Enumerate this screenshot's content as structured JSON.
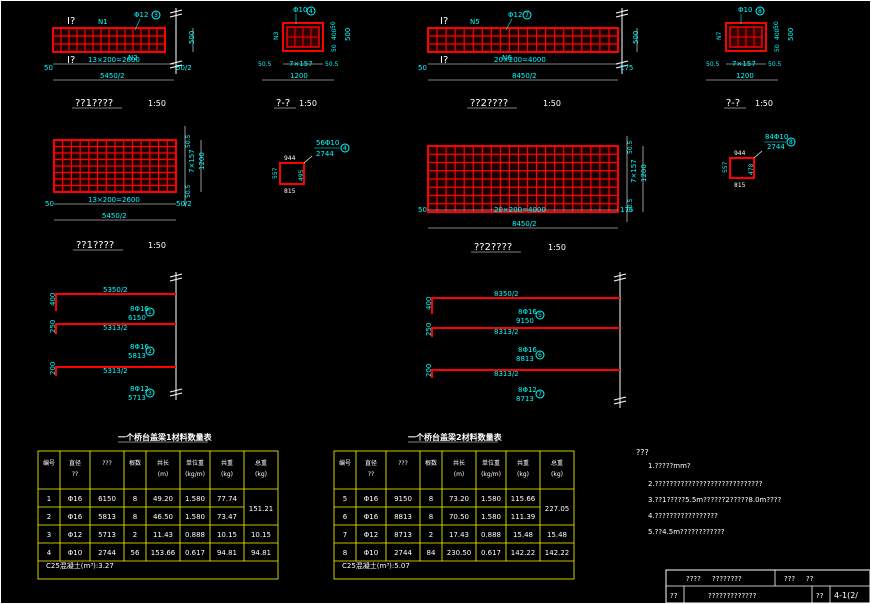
{
  "top_left": {
    "mark": "I?",
    "rebar_n1": "N1",
    "rebar_n2": "N2",
    "rebar_spec": "Φ12",
    "circle": "3",
    "height_dim": "500",
    "spacing": "13×200=2600",
    "left_cover": "50",
    "right_cover": "50/2",
    "total_len": "5450/2",
    "title": "??1????",
    "scale": "1:50"
  },
  "sec1": {
    "n_top": "Φ10",
    "circle": "4",
    "n_side": "N3",
    "dim_50a": "50",
    "dim_400": "400",
    "dim_50b": "50",
    "dim_500": "500",
    "dim_left": "50.5",
    "dim_mid": "7×157",
    "dim_right": "50.5",
    "width": "1200",
    "title": "?-?",
    "scale": "1:50"
  },
  "top_right": {
    "mark": "I?",
    "rebar_n5": "N5",
    "rebar_n6": "N6",
    "rebar_spec": "Φ12",
    "circle": "7",
    "height_dim": "500",
    "spacing": "20×200=4000",
    "left_cover": "50",
    "right_cover": "175",
    "total_len": "8450/2",
    "title": "??2????",
    "scale": "1:50"
  },
  "sec2": {
    "n_top": "Φ10",
    "circle": "8",
    "n_side": "N7",
    "dim_50a": "50",
    "dim_400": "400",
    "dim_50b": "50",
    "dim_500": "500",
    "dim_left": "50.5",
    "dim_mid": "7×157",
    "dim_right": "50.5",
    "width": "1200",
    "title": "?-?",
    "scale": "1:50"
  },
  "plan1": {
    "dim_top": "50.5",
    "dim_mid": "7×157",
    "dim_bot": "50.5",
    "height": "1200",
    "spacing": "13×200=2600",
    "left_cover": "50",
    "right_cover": "50/2",
    "total_len": "5450/2",
    "title": "??1????",
    "scale": "1:50"
  },
  "plan2": {
    "dim_top": "50.5",
    "dim_mid": "7×157",
    "dim_bot": "50.5",
    "height": "1200",
    "spacing": "20×200=4000",
    "left_cover": "50",
    "right_cover": "175",
    "total_len": "8450/2",
    "title": "??2????",
    "scale": "1:50"
  },
  "stirrup1": {
    "label": "56Φ10",
    "len": "2744",
    "circle": "4",
    "top": "944",
    "left": "557",
    "right": "495",
    "bottom": "815"
  },
  "stirrup2": {
    "label": "84Φ10",
    "len": "2744",
    "circle": "8",
    "top": "944",
    "left": "557",
    "right": "478",
    "bottom": "815"
  },
  "bars1": [
    {
      "len": "5350/2",
      "hook": "400",
      "n": "8Φ16",
      "total": "6150",
      "circle": "1"
    },
    {
      "len": "5313/2",
      "hook": "250",
      "n": "8Φ16",
      "total": "5813",
      "circle": "2"
    },
    {
      "len": "5313/2",
      "hook": "200",
      "n": "8Φ12",
      "total": "5713",
      "circle": "3"
    }
  ],
  "bars2": [
    {
      "len": "8350/2",
      "hook": "400",
      "n": "8Φ16",
      "total": "9150",
      "circle": "5"
    },
    {
      "len": "8313/2",
      "hook": "250",
      "n": "8Φ16",
      "total": "8813",
      "circle": "6"
    },
    {
      "len": "8313/2",
      "hook": "200",
      "n": "8Φ12",
      "total": "8713",
      "circle": "7"
    }
  ],
  "table1": {
    "title": "一个桥台盖梁1材料数量表",
    "headers": [
      "编号",
      "直径 ??",
      "???",
      "根数",
      "共长 (m)",
      "单位重 (kg/m)",
      "共重 (kg)",
      "总重 (kg)"
    ],
    "rows": [
      [
        "1",
        "Φ16",
        "6150",
        "8",
        "49.20",
        "1.580",
        "77.74",
        "151.21"
      ],
      [
        "2",
        "Φ16",
        "5813",
        "8",
        "46.50",
        "1.580",
        "73.47",
        ""
      ],
      [
        "3",
        "Φ12",
        "5713",
        "2",
        "11.43",
        "0.888",
        "10.15",
        "10.15"
      ],
      [
        "4",
        "Φ10",
        "2744",
        "56",
        "153.66",
        "0.617",
        "94.81",
        "94.81"
      ]
    ],
    "footer": "C25混凝土(m³):3.27"
  },
  "table2": {
    "title": "一个桥台盖梁2材料数量表",
    "headers": [
      "编号",
      "直径 ??",
      "???",
      "根数",
      "共长 (m)",
      "单位重 (kg/m)",
      "共重 (kg)",
      "总重 (kg)"
    ],
    "rows": [
      [
        "5",
        "Φ16",
        "9150",
        "8",
        "73.20",
        "1.580",
        "115.66",
        "227.05"
      ],
      [
        "6",
        "Φ16",
        "8813",
        "8",
        "70.50",
        "1.580",
        "111.39",
        ""
      ],
      [
        "7",
        "Φ12",
        "8713",
        "2",
        "17.43",
        "0.888",
        "15.48",
        "15.48"
      ],
      [
        "8",
        "Φ10",
        "2744",
        "84",
        "230.50",
        "0.617",
        "142.22",
        "142.22"
      ]
    ],
    "footer": "C25混凝土(m³):5.07"
  },
  "notes": {
    "heading": "???",
    "items": [
      "1.?????mm?",
      "2.?????????????????????????????",
      "3.??1?????5.5m??????2?????8.0m????",
      "4.?????????????????",
      "5.??4.5m????????????"
    ]
  },
  "titleblock": {
    "r1c1": "????",
    "r1c2": "????????",
    "r1c3": "???",
    "r1c4": "??",
    "r2c1": "??",
    "r2c2": "?????????????",
    "r2c3": "??",
    "r2c4": "4-1(2/"
  }
}
